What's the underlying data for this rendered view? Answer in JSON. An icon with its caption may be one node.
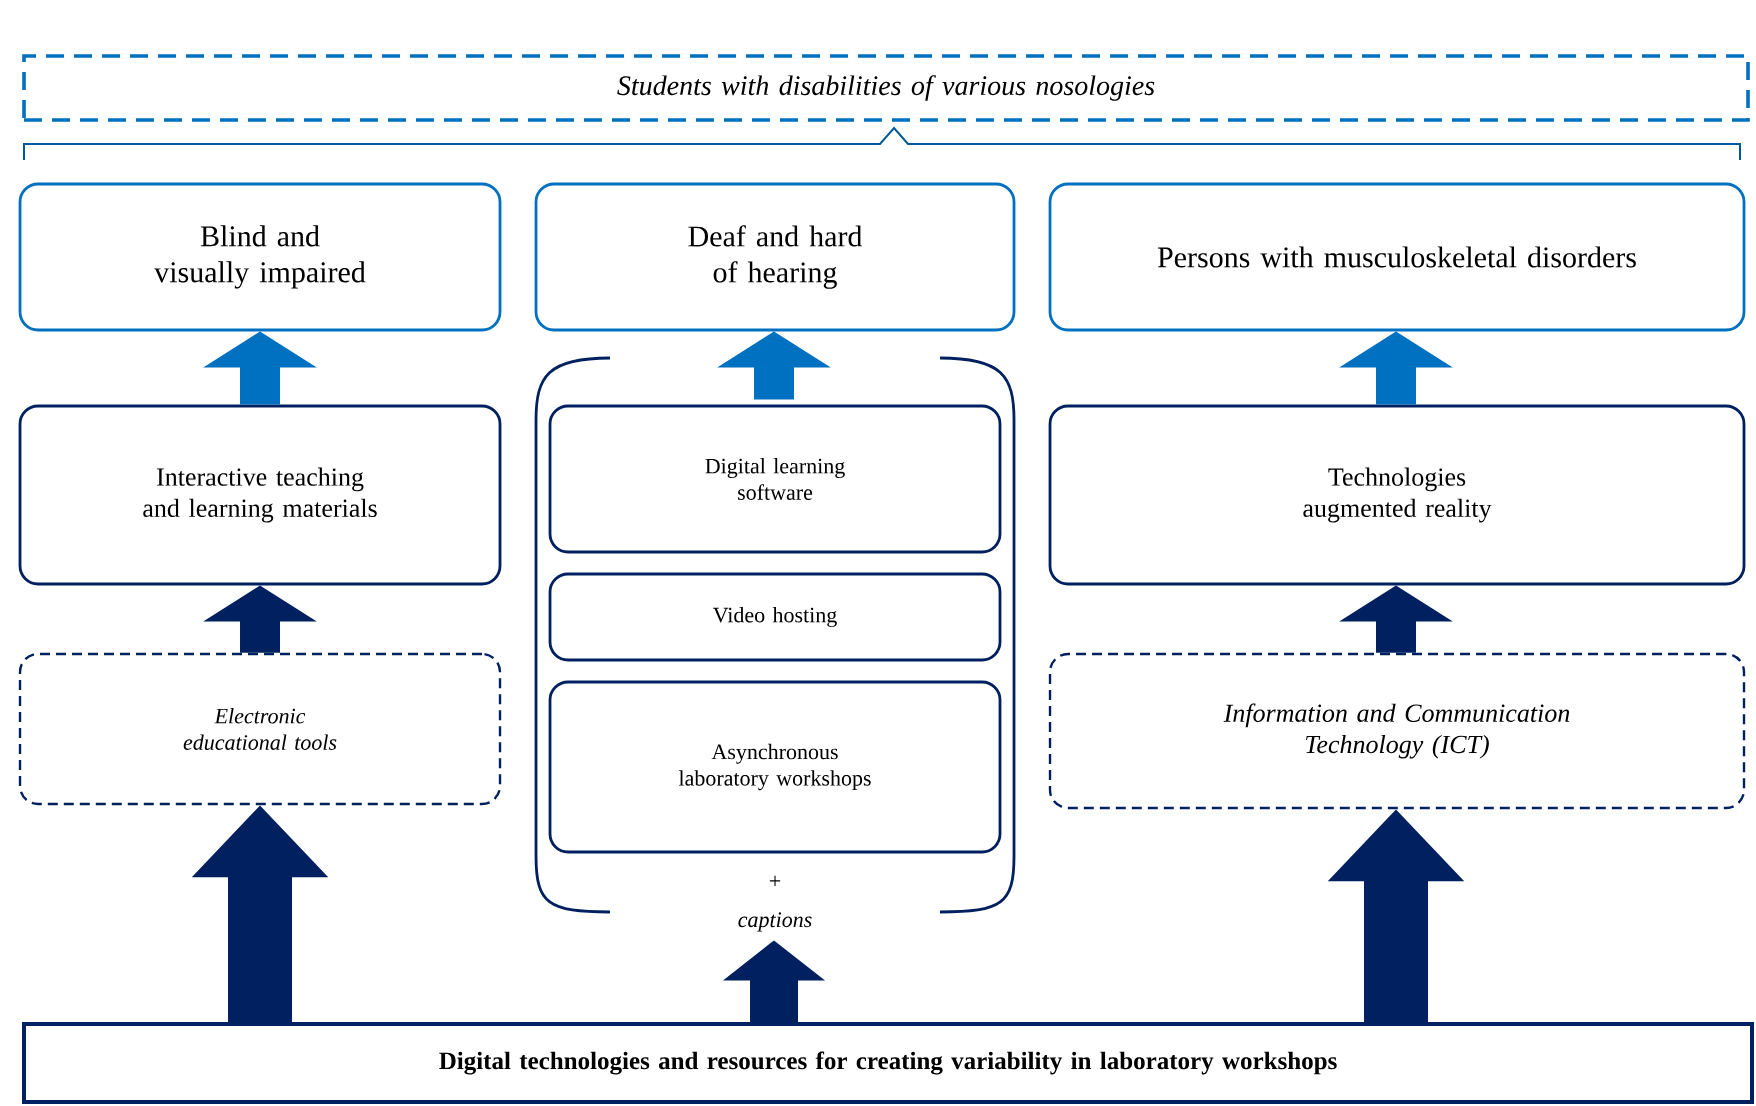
{
  "diagram": {
    "nodes": [
      {
        "text": [
          "Students with disabilities of various nosologies"
        ]
      },
      {
        "text": [
          "Blind and visually impaired"
        ]
      },
      {
        "text": [
          "Deaf and hard of hearing"
        ]
      },
      {
        "text": [
          "Persons with musculoskeletal disorders"
        ]
      },
      {
        "text": [
          "Interactive teaching and learning materials"
        ]
      },
      {
        "text": [
          "+",
          "captions"
        ]
      },
      {
        "text": [
          "Digital learning software"
        ],
        "in": 5
      },
      {
        "text": [
          "Video hosting"
        ],
        "in": 5
      },
      {
        "text": [
          "Asynchronous laboratory workshops"
        ],
        "in": 5
      },
      {
        "text": [
          "Technologies augmented reality"
        ]
      },
      {
        "text": [
          "Electronic educational tools"
        ]
      },
      {
        "text": [
          "Information and Communication Technology (ICT)"
        ]
      },
      {
        "text": [
          "Digital technologies and resources for creating variability in laboratory workshops"
        ]
      }
    ],
    "edges": [
      {
        "from": 4,
        "to": 1,
        "arrow": "to",
        "color": "#0070c0"
      },
      {
        "from": 5,
        "to": 2,
        "arrow": "to",
        "color": "#0070c0"
      },
      {
        "from": 9,
        "to": 3,
        "arrow": "to",
        "color": "#0070c0"
      },
      {
        "from": 10,
        "to": 4,
        "arrow": "to"
      },
      {
        "from": 11,
        "to": 9,
        "arrow": "to"
      },
      {
        "from": 12,
        "to": 10,
        "arrow": "to"
      },
      {
        "from": 12,
        "to": 5,
        "arrow": "to"
      },
      {
        "from": 12,
        "to": 11,
        "arrow": "to"
      }
    ]
  }
}
